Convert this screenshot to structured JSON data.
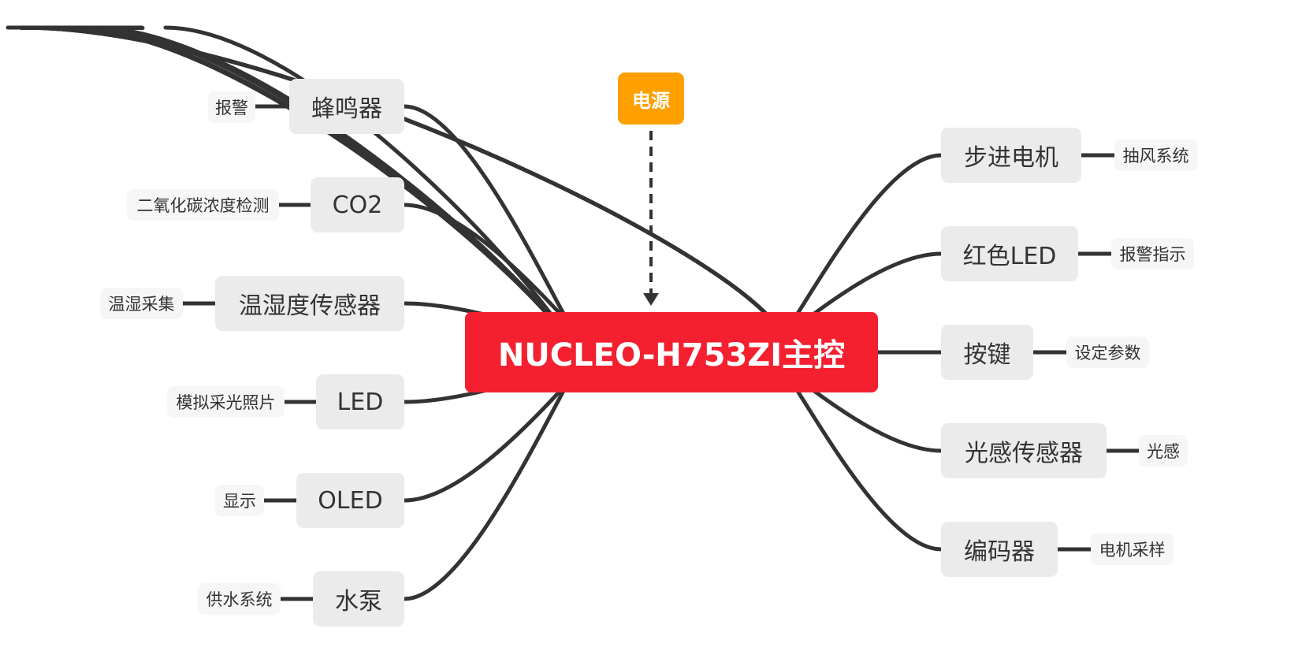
{
  "colors": {
    "central": "#f42030",
    "float": "#ff9f00",
    "connector": "#333333",
    "topic_bg": "#ebebeb",
    "leaf_bg": "#f6f6f6"
  },
  "central": {
    "label": "NUCLEO-H753ZI主控"
  },
  "power": {
    "label": "电源"
  },
  "left_branches": [
    {
      "topic": "蜂鸣器",
      "detail": "报警"
    },
    {
      "topic": "CO2",
      "detail": "二氧化碳浓度检测"
    },
    {
      "topic": "温湿度传感器",
      "detail": "温湿采集"
    },
    {
      "topic": "LED",
      "detail": "模拟采光照片"
    },
    {
      "topic": "OLED",
      "detail": "显示"
    },
    {
      "topic": "水泵",
      "detail": "供水系统"
    }
  ],
  "right_branches": [
    {
      "topic": "步进电机",
      "detail": "抽风系统"
    },
    {
      "topic": "红色LED",
      "detail": "报警指示"
    },
    {
      "topic": "按键",
      "detail": "设定参数"
    },
    {
      "topic": "光感传感器",
      "detail": "光感"
    },
    {
      "topic": "编码器",
      "detail": "电机采样"
    }
  ]
}
